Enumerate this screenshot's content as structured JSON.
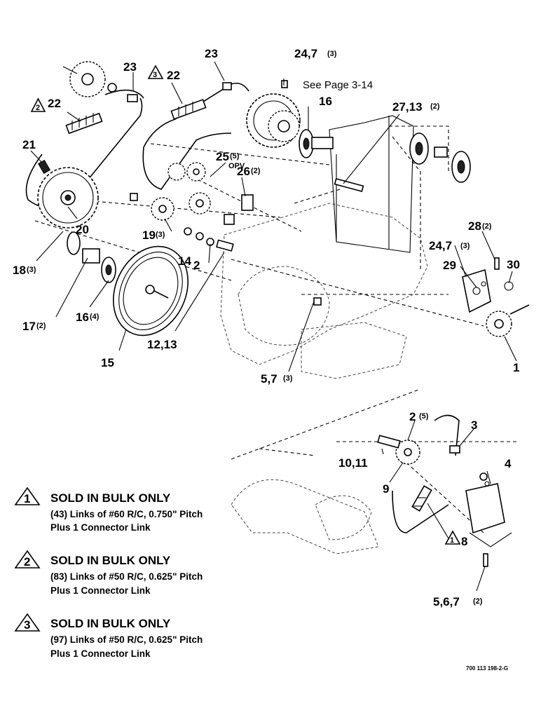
{
  "callouts": {
    "c23a": "23",
    "c22a": "22",
    "c3a": "3",
    "c22b": "22",
    "c23b": "23",
    "c2a": "2",
    "c247a": "24,7",
    "c247a_q": "(3)",
    "see_page": "See Page 3-14",
    "c16a": "16",
    "c2713": "27,13",
    "c2713_q": "(2)",
    "c21": "21",
    "c25": "25",
    "c25_q": "(5)",
    "c25_opv": "OPV",
    "c26": "26",
    "c26_q": "(2)",
    "c28": "28",
    "c28_q": "(2)",
    "c20": "20",
    "c19": "19",
    "c19_q": "(3)",
    "c247b": "24,7",
    "c247b_q": "(3)",
    "c29": "29",
    "c30": "30",
    "c18": "18",
    "c18_q": "(3)",
    "c14": "14",
    "c2b": "2",
    "c17": "17",
    "c17_q": "(2)",
    "c16b": "16",
    "c16b_q": "(4)",
    "c1213": "12,13",
    "c15": "15",
    "c57": "5,7",
    "c57_q": "(3)",
    "c1": "1",
    "c2c": "2",
    "c2c_q": "(5)",
    "c3b": "3",
    "c1011": "10,11",
    "c4": "4",
    "c9": "9",
    "c1n": "1",
    "c8": "8",
    "c567": "5,6,7",
    "c567_q": "(2)"
  },
  "notes": [
    {
      "num": "1",
      "title": "SOLD IN BULK ONLY",
      "line1": "(43) Links of #60 R/C, 0.750\" Pitch",
      "line2": "Plus 1 Connector Link"
    },
    {
      "num": "2",
      "title": "SOLD IN BULK ONLY",
      "line1": "(83) Links of #50 R/C, 0.625\" Pitch",
      "line2": "Plus 1 Connector Link"
    },
    {
      "num": "3",
      "title": "SOLD IN BULK ONLY",
      "line1": "(97) Links of #50 R/C, 0.625\" Pitch",
      "line2": "Plus 1 Connector Link"
    }
  ],
  "figure_code": "700 113 198-2-G"
}
